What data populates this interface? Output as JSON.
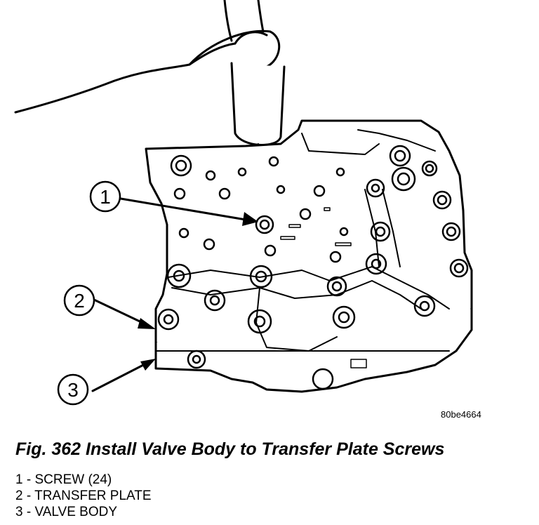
{
  "figure": {
    "callouts": [
      "1",
      "2",
      "3"
    ],
    "image_code": "80be4664",
    "caption": "Fig. 362 Install Valve Body to Transfer Plate Screws",
    "legend": [
      "1 - SCREW (24)",
      "2 - TRANSFER PLATE",
      "3 - VALVE BODY"
    ]
  }
}
